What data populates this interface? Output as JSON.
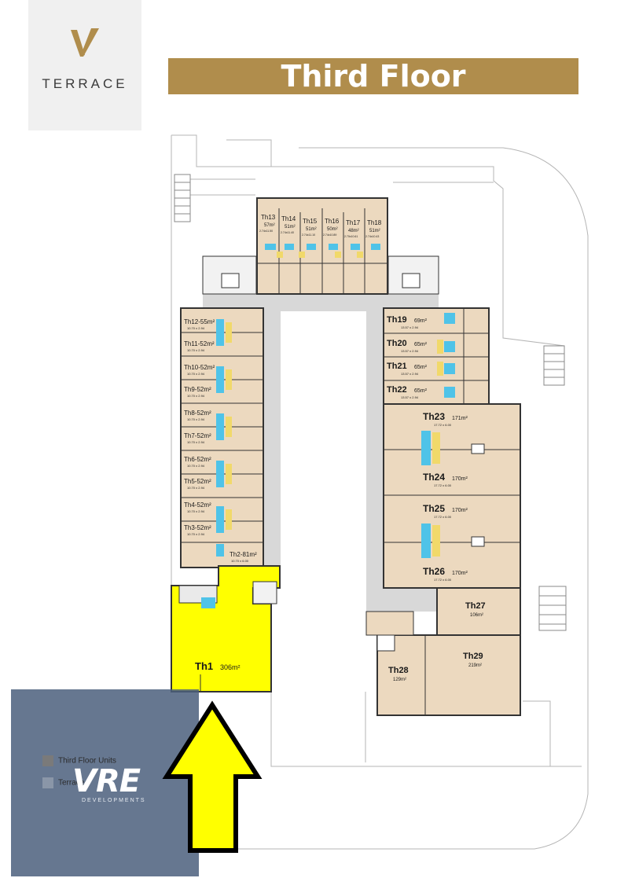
{
  "brand": {
    "logo_text": "TERRACE",
    "mark_color": "#b08d4c"
  },
  "title": "Third Floor",
  "colors": {
    "unit_fill": "#ecd9bf",
    "highlight": "#ffff00",
    "corridor": "#d8d8d8",
    "wall": "#333333"
  },
  "units": [
    {
      "id": "th13",
      "name": "Th13",
      "area": "57m²",
      "dims": "2.74x11.50"
    },
    {
      "id": "th14",
      "name": "Th14",
      "area": "51m²",
      "dims": "2.74x11.40"
    },
    {
      "id": "th15",
      "name": "Th15",
      "area": "51m²",
      "dims": "2.74x11.10"
    },
    {
      "id": "th16",
      "name": "Th16",
      "area": "50m²",
      "dims": "2.74x10.89"
    },
    {
      "id": "th17",
      "name": "Th17",
      "area": "48m²",
      "dims": "2.70x10.61"
    },
    {
      "id": "th18",
      "name": "Th18",
      "area": "51m²",
      "dims": "2.74x10.43"
    },
    {
      "id": "th12",
      "name": "Th12-55m²",
      "area": "",
      "dims": "10.70 x 2.94"
    },
    {
      "id": "th11",
      "name": "Th11-52m²",
      "area": "",
      "dims": "10.70 x 2.94"
    },
    {
      "id": "th10",
      "name": "Th10-52m²",
      "area": "",
      "dims": "10.70 x 2.94"
    },
    {
      "id": "th9",
      "name": "Th9-52m²",
      "area": "",
      "dims": "10.70 x 2.94"
    },
    {
      "id": "th8",
      "name": "Th8-52m²",
      "area": "",
      "dims": "10.70 x 2.94"
    },
    {
      "id": "th7",
      "name": "Th7-52m²",
      "area": "",
      "dims": "10.70 x 2.94"
    },
    {
      "id": "th6",
      "name": "Th6-52m²",
      "area": "",
      "dims": "10.70 x 2.94"
    },
    {
      "id": "th5",
      "name": "Th5-52m²",
      "area": "",
      "dims": "10.70 x 2.94"
    },
    {
      "id": "th4",
      "name": "Th4-52m²",
      "area": "",
      "dims": "10.70 x 2.94"
    },
    {
      "id": "th3",
      "name": "Th3-52m²",
      "area": "",
      "dims": "10.70 x 2.94"
    },
    {
      "id": "th2",
      "name": "Th2-81m²",
      "area": "",
      "dims": "10.70 x 6.00"
    },
    {
      "id": "th19",
      "name": "Th19",
      "area": "69m²",
      "dims": "13.57 x 2.94"
    },
    {
      "id": "th20",
      "name": "Th20",
      "area": "65m²",
      "dims": "13.57 x 2.94"
    },
    {
      "id": "th21",
      "name": "Th21",
      "area": "65m²",
      "dims": "13.57 x 2.94"
    },
    {
      "id": "th22",
      "name": "Th22",
      "area": "65m²",
      "dims": "13.57 x 2.94"
    },
    {
      "id": "th23",
      "name": "Th23",
      "area": "171m²",
      "dims": "17.72 x 6.00"
    },
    {
      "id": "th24",
      "name": "Th24",
      "area": "170m²",
      "dims": "17.72 x 6.00"
    },
    {
      "id": "th25",
      "name": "Th25",
      "area": "170m²",
      "dims": "17.72 x 6.00"
    },
    {
      "id": "th26",
      "name": "Th26",
      "area": "170m²",
      "dims": "17.72 x 6.00"
    },
    {
      "id": "th27",
      "name": "Th27",
      "area": "106m²",
      "dims": ""
    },
    {
      "id": "th29",
      "name": "Th29",
      "area": "219m²",
      "dims": ""
    },
    {
      "id": "th28",
      "name": "Th28",
      "area": "129m²",
      "dims": ""
    },
    {
      "id": "th1",
      "name": "Th1",
      "area": "306m²",
      "dims": ""
    }
  ],
  "legend": {
    "item1": "Third Floor Units",
    "item2": "Terrace"
  },
  "watermark": {
    "logo": "VRE",
    "sub": "DEVELOPMENTS"
  }
}
